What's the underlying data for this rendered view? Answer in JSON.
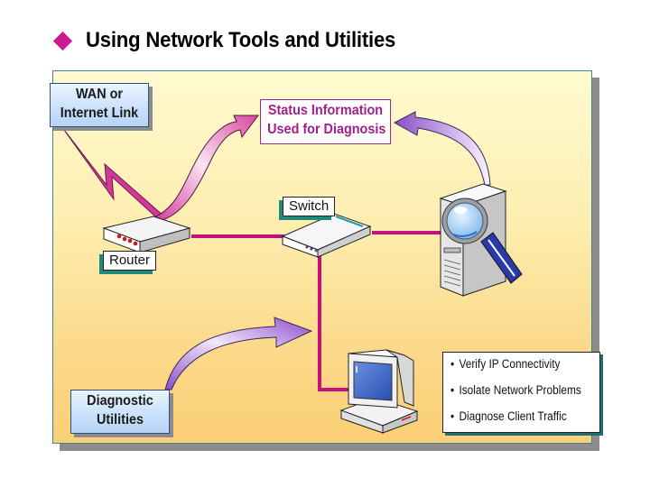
{
  "slide": {
    "title": "Using Network Tools and Utilities",
    "bullet_icon": "diamond-bullet",
    "accent_color": "#cc1a8f"
  },
  "diagram": {
    "wan_label": [
      "WAN or",
      "Internet Link"
    ],
    "status_label": [
      "Status Information",
      "Used for Diagnosis"
    ],
    "switch_label": "Switch",
    "router_label": "Router",
    "diagnostic_label": [
      "Diagnostic",
      "Utilities"
    ],
    "tasks": [
      "Verify IP Connectivity",
      "Isolate Network Problems",
      "Diagnose Client Traffic"
    ],
    "bullet_char": "•",
    "icons": {
      "wan": "lightning-bolt-icon",
      "router": "router-icon",
      "switch": "switch-icon",
      "server": "server-magnifier-icon",
      "workstation": "desktop-computer-icon"
    },
    "colors": {
      "network_line": "#c4107a",
      "status_text": "#a11f8a",
      "lightning": "#d4379a",
      "arrow_pink": "#d9479e",
      "arrow_purple": "#8a4ec8",
      "panel_top": "#fffbd0",
      "panel_bottom": "#fbcf76"
    }
  }
}
